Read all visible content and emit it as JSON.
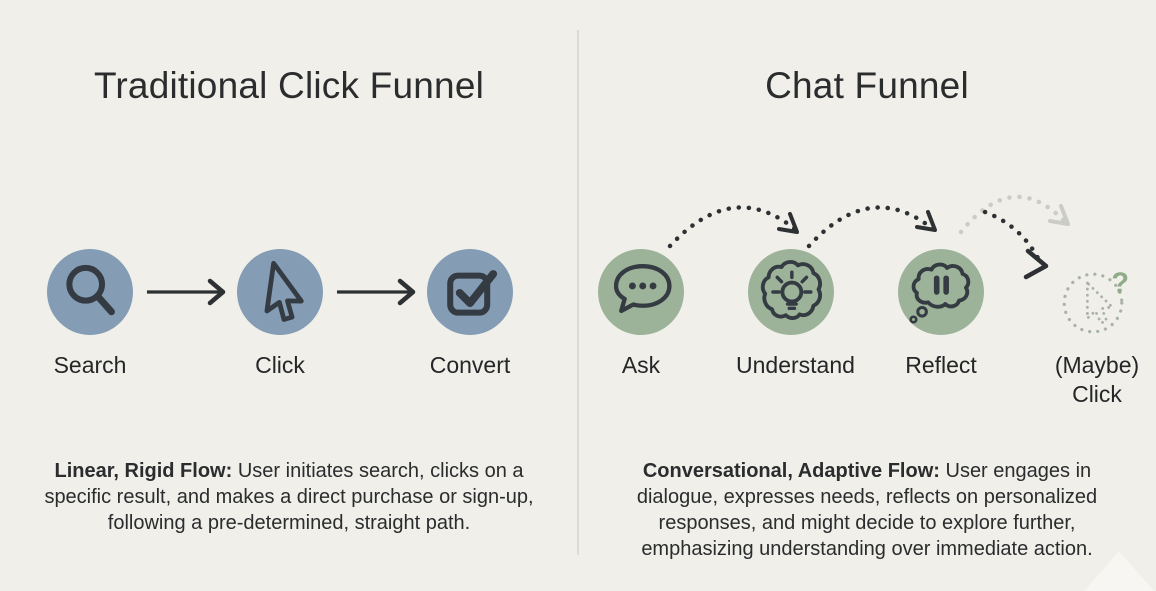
{
  "colors": {
    "background": "#F0EFE9",
    "divider": "#DCDBD4",
    "title_text": "#2A2C2E",
    "label_text": "#242628",
    "body_text": "#2A2C2E",
    "click_circle": "#849CB4",
    "chat_circle": "#9DB399",
    "icon_stroke": "#343B42",
    "arrow_color": "#2E3134",
    "faded_arrow": "#CBCCC5",
    "maybe_dotted": "#A9B3A5",
    "question_mark": "#8FAB87"
  },
  "left_panel": {
    "title": "Traditional Click Funnel",
    "steps": [
      {
        "label": "Search",
        "icon": "magnifier-icon"
      },
      {
        "label": "Click",
        "icon": "cursor-icon"
      },
      {
        "label": "Convert",
        "icon": "checkbox-check-icon"
      }
    ],
    "arrow_icon": "arrow-right-icon",
    "description_lead": "Linear, Rigid Flow:",
    "description_body": " User initiates search, clicks on a specific result, and makes a direct purchase or sign-up, following a pre-determined, straight path."
  },
  "right_panel": {
    "title": "Chat Funnel",
    "steps": [
      {
        "label": "Ask",
        "icon": "chat-bubble-icon"
      },
      {
        "label": "Understand",
        "icon": "brain-lightbulb-icon"
      },
      {
        "label": "Reflect",
        "icon": "thought-pause-icon"
      },
      {
        "label": "(Maybe) Click",
        "icon": "dotted-cursor-question-icon"
      }
    ],
    "arrow_icon": "dotted-curved-arrow-icon",
    "description_lead": "Conversational, Adaptive Flow:",
    "description_body": " User engages in dialogue, expresses needs, reflects on personalized responses, and might decide to explore further, emphasizing understanding over immediate action."
  }
}
